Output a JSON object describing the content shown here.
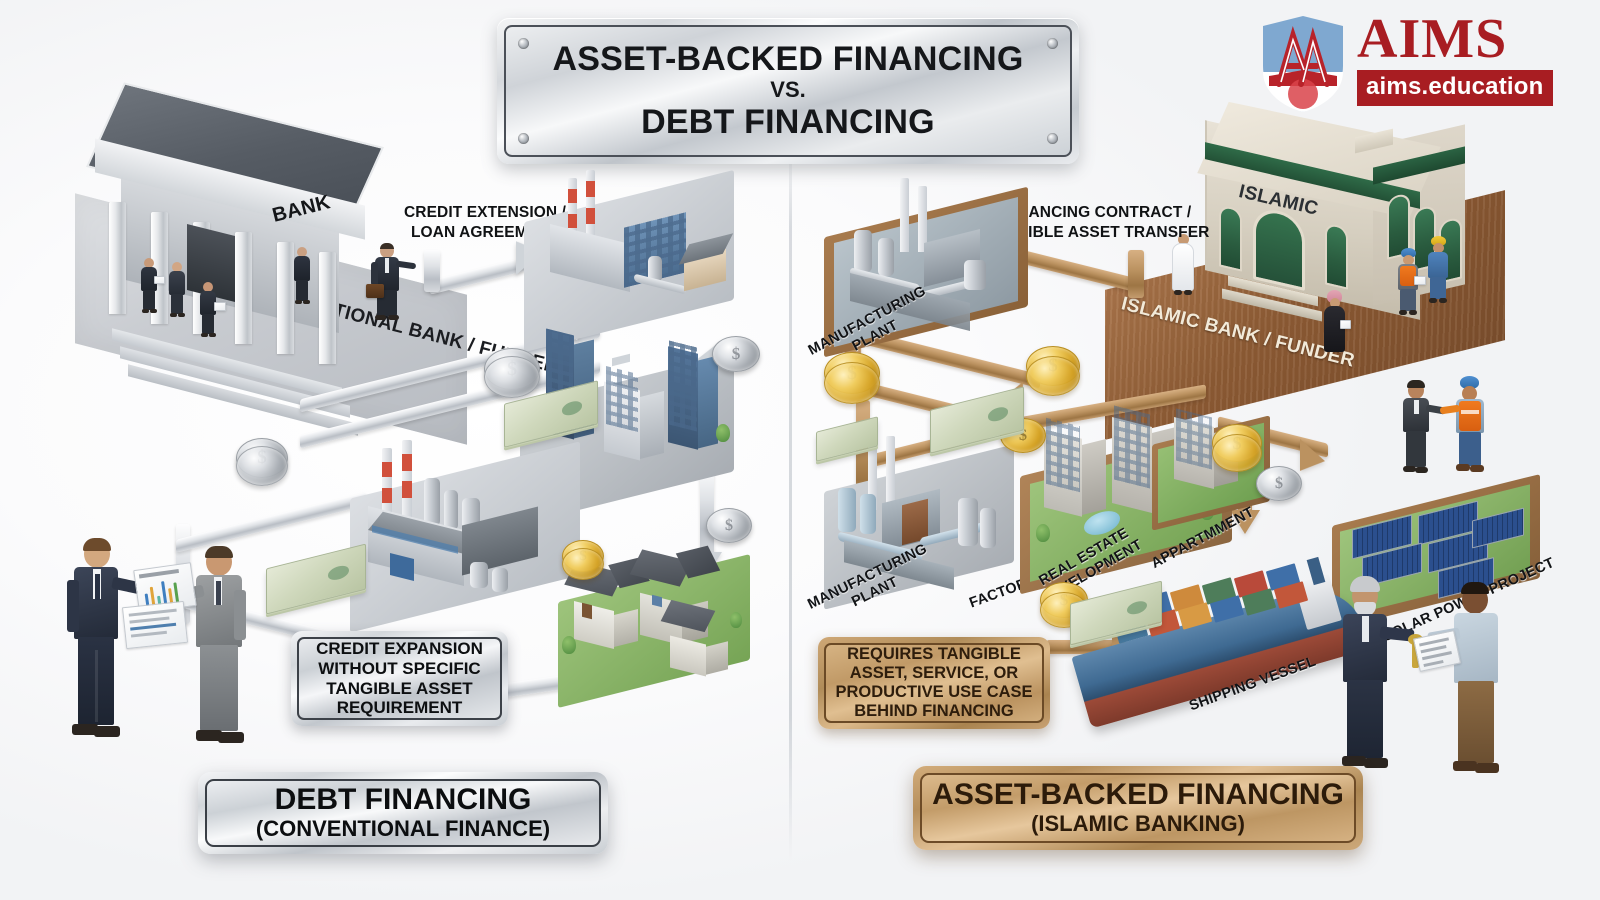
{
  "title": {
    "line1": "ASSET-BACKED FINANCING",
    "line2": "VS.",
    "line3": "DEBT FINANCING"
  },
  "logo": {
    "brand": "AIMS",
    "url": "aims.education",
    "shield_letters": "AM",
    "colors": {
      "red": "#a81d22",
      "blue": "#7fa8d0",
      "white": "#ffffff"
    }
  },
  "left_panel": {
    "building_label": "BANK",
    "platform_label": "CONVENTIONAL BANK / FUNDER",
    "flow_label_line1": "CREDIT EXTENSION /",
    "flow_label_line2": "LOAN AGREEMENT",
    "callout": "CREDIT EXPANSION WITHOUT SPECIFIC TANGIBLE ASSET REQUIREMENT",
    "callout_lines": [
      "CREDIT EXPANSION",
      "WITHOUT SPECIFIC",
      "TANGIBLE ASSET",
      "REQUIREMENT"
    ],
    "banner_line1": "DEBT FINANCING",
    "banner_line2": "(CONVENTIONAL FINANCE)",
    "theme_color": "#c2c7cd",
    "arrow_style": "silver-metallic",
    "coin_style": "silver",
    "assets": [
      {
        "name": "industrial-plant",
        "label": ""
      },
      {
        "name": "office-city-blocks",
        "label": ""
      },
      {
        "name": "factory-complex",
        "label": ""
      },
      {
        "name": "suburban-houses",
        "label": ""
      }
    ],
    "figures": [
      {
        "name": "banker-with-briefcase",
        "desc": "man in dark suit holding briefcase"
      },
      {
        "name": "bank-staff-group",
        "desc": "three staff with documents at bank entrance"
      },
      {
        "name": "businessman-navy-suit",
        "desc": "presenting chart document"
      },
      {
        "name": "businessman-grey-suit",
        "desc": "receiving chart document"
      }
    ]
  },
  "right_panel": {
    "building_label": "ISLAMIC",
    "platform_label": "ISLAMIC BANK / FUNDER",
    "flow_label_line1": "FINANCING CONTRACT /",
    "flow_label_line2": "TANGIBLE ASSET TRANSFER",
    "callout": "REQUIRES TANGIBLE ASSET, SERVICE, OR PRODUCTIVE USE CASE BEHIND FINANCING",
    "callout_lines": [
      "REQUIRES TANGIBLE",
      "ASSET, SERVICE, OR",
      "PRODUCTIVE USE CASE",
      "BEHIND FINANCING"
    ],
    "banner_line1": "ASSET-BACKED FINANCING",
    "banner_line2": "(ISLAMIC BANKING)",
    "theme_color": "#c09a67",
    "arrow_style": "wooden",
    "coin_style": "gold",
    "assets": [
      {
        "name": "manufacturing-plant-top",
        "label": "MANUFACTURING\nPLANT"
      },
      {
        "name": "manufacturing-plant-bottom",
        "label": "MANUFACTURING\nPLANT"
      },
      {
        "name": "factory",
        "label": "FACTORY"
      },
      {
        "name": "real-estate-development",
        "label": "REAL ESTATE\nDEVELOPMENT"
      },
      {
        "name": "apartment",
        "label": "APPARTMMENT"
      },
      {
        "name": "solar-power-project",
        "label": "SOLAR POWER PROJECT"
      },
      {
        "name": "shipping-vessel",
        "label": "SHIPPING VESSEL"
      }
    ],
    "figures": [
      {
        "name": "man-in-thobe",
        "desc": "man in white thobe and keffiyeh on bank platform"
      },
      {
        "name": "woman-in-abaya",
        "desc": "woman in black abaya with pink headscarf"
      },
      {
        "name": "site-worker-yellow-helmet",
        "desc": "worker with yellow hard hat"
      },
      {
        "name": "site-worker-blue-helmet",
        "desc": "worker with blue hard hat and clipboard"
      },
      {
        "name": "businessman-with-worker",
        "desc": "businessman shaking hands with orange-vest worker"
      },
      {
        "name": "elder-handing-key",
        "desc": "elderly man in navy suit handing over a gold key"
      },
      {
        "name": "client-with-clipboard",
        "desc": "man in light shirt holding contract clipboard"
      }
    ]
  }
}
